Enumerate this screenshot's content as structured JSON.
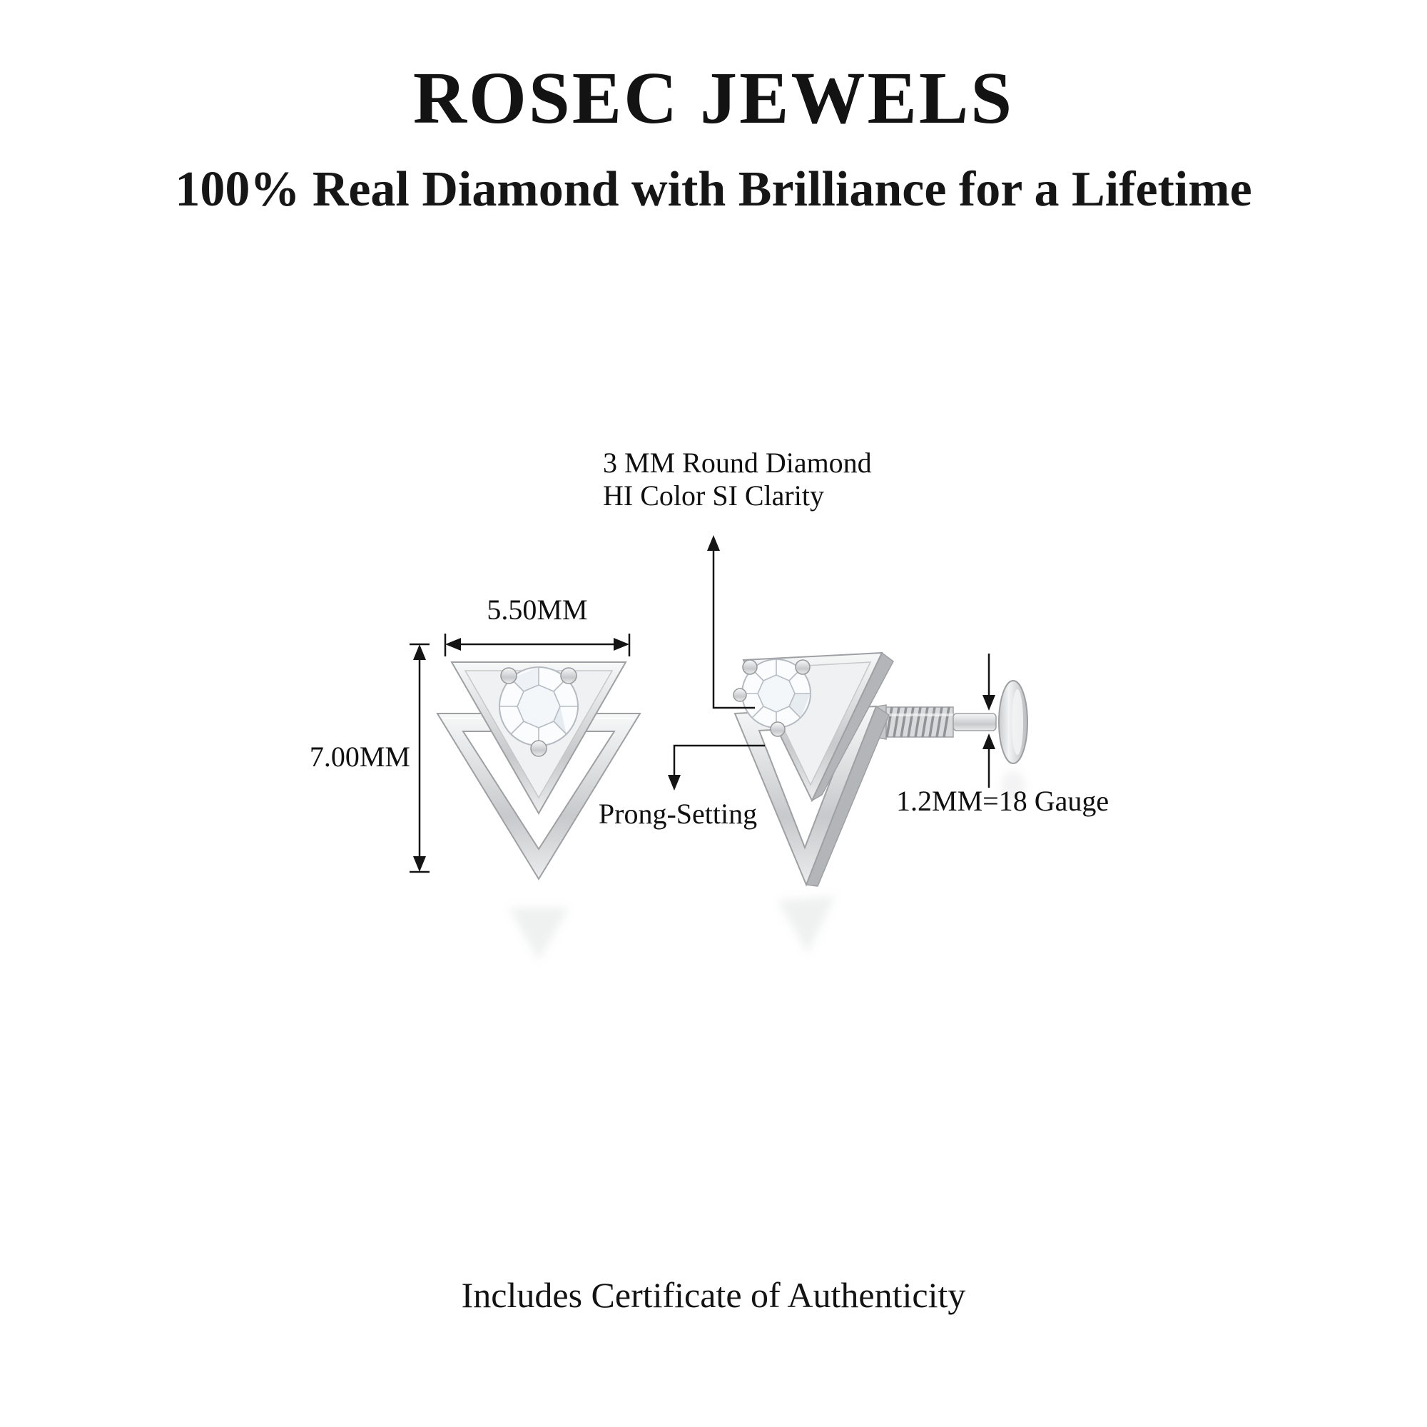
{
  "header": {
    "brand": "ROSEC JEWELS",
    "tagline": "100% Real Diamond with Brilliance for a Lifetime"
  },
  "diagram": {
    "labels": {
      "diamond_spec_line1": "3 MM Round Diamond",
      "diamond_spec_line2": "HI Color SI Clarity",
      "width_dimension": "5.50MM",
      "height_dimension": "7.00MM",
      "prong_setting": "Prong-Setting",
      "post_gauge": "1.2MM=18 Gauge"
    }
  },
  "footer": {
    "certificate_note": "Includes Certificate of Authenticity"
  },
  "colors": {
    "background": "#ffffff",
    "text": "#111111",
    "annotation_line": "#141414",
    "metal_light": "#f2f3f4",
    "metal_mid": "#c9cbce",
    "metal_dark": "#aeb0b3",
    "metal_edge": "#9ea0a3"
  }
}
